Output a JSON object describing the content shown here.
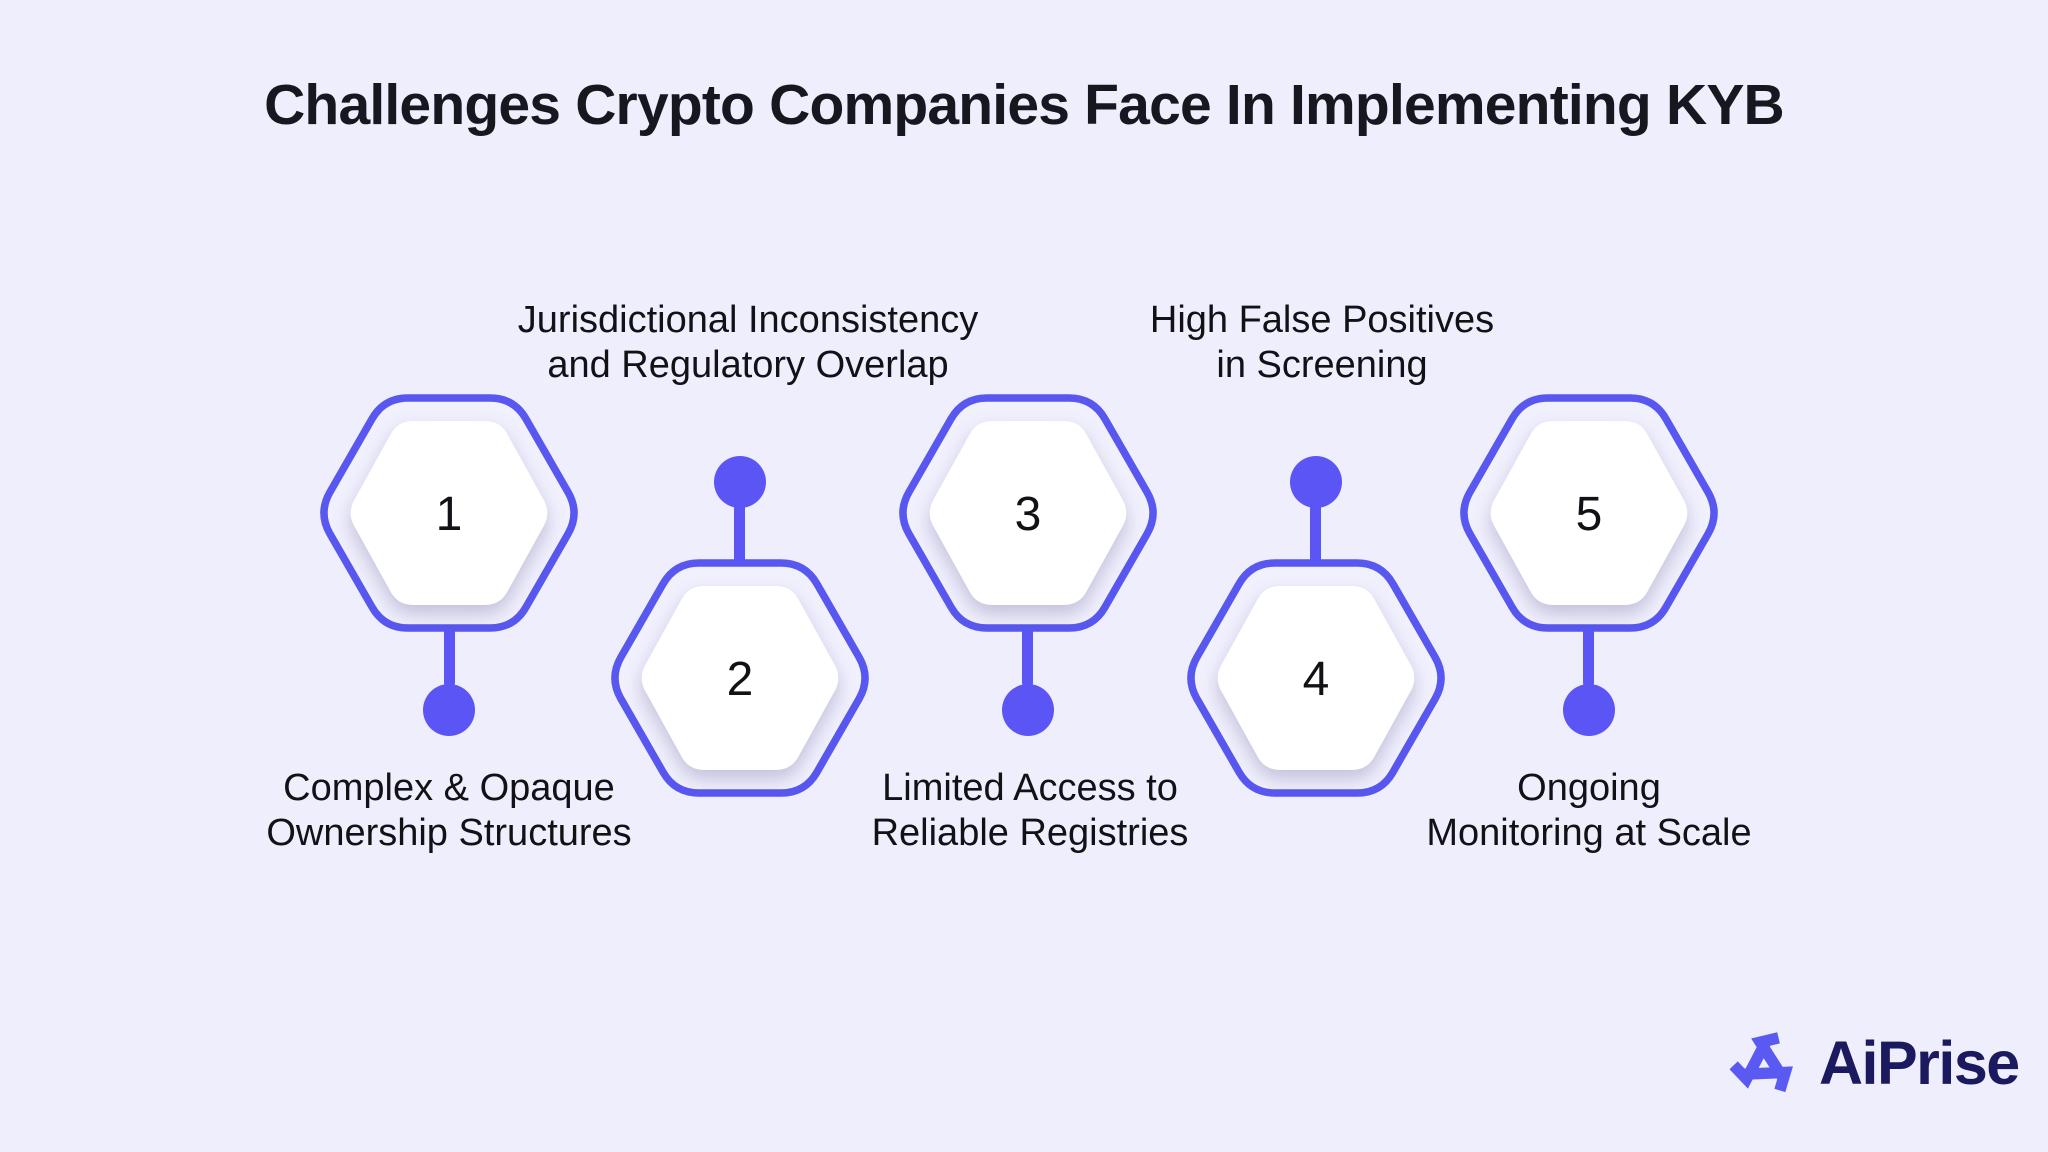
{
  "title": "Challenges Crypto Companies Face In Implementing KYB",
  "steps": [
    {
      "number": "1",
      "line1": "Complex & Opaque",
      "line2": "Ownership Structures",
      "label_position": "below"
    },
    {
      "number": "2",
      "line1": "Jurisdictional Inconsistency",
      "line2": "and Regulatory Overlap",
      "label_position": "above"
    },
    {
      "number": "3",
      "line1": "Limited Access to",
      "line2": "Reliable Registries",
      "label_position": "below"
    },
    {
      "number": "4",
      "line1": "High False Positives",
      "line2": "in Screening",
      "label_position": "above"
    },
    {
      "number": "5",
      "line1": "Ongoing",
      "line2": "Monitoring at Scale",
      "label_position": "below"
    }
  ],
  "logo": {
    "text": "AiPrise"
  },
  "colors": {
    "background": "#EFEEFC",
    "hexagon_border": "#5857EF",
    "connector": "#5B55F6",
    "hexagon_fill": "#F1F0FD",
    "inner_hexagon_fill": "#FFFFFF",
    "title_text": "#17171F",
    "label_text": "#111116",
    "logo_text": "#1B1A5F",
    "logo_mark": "#5A5AF2"
  }
}
